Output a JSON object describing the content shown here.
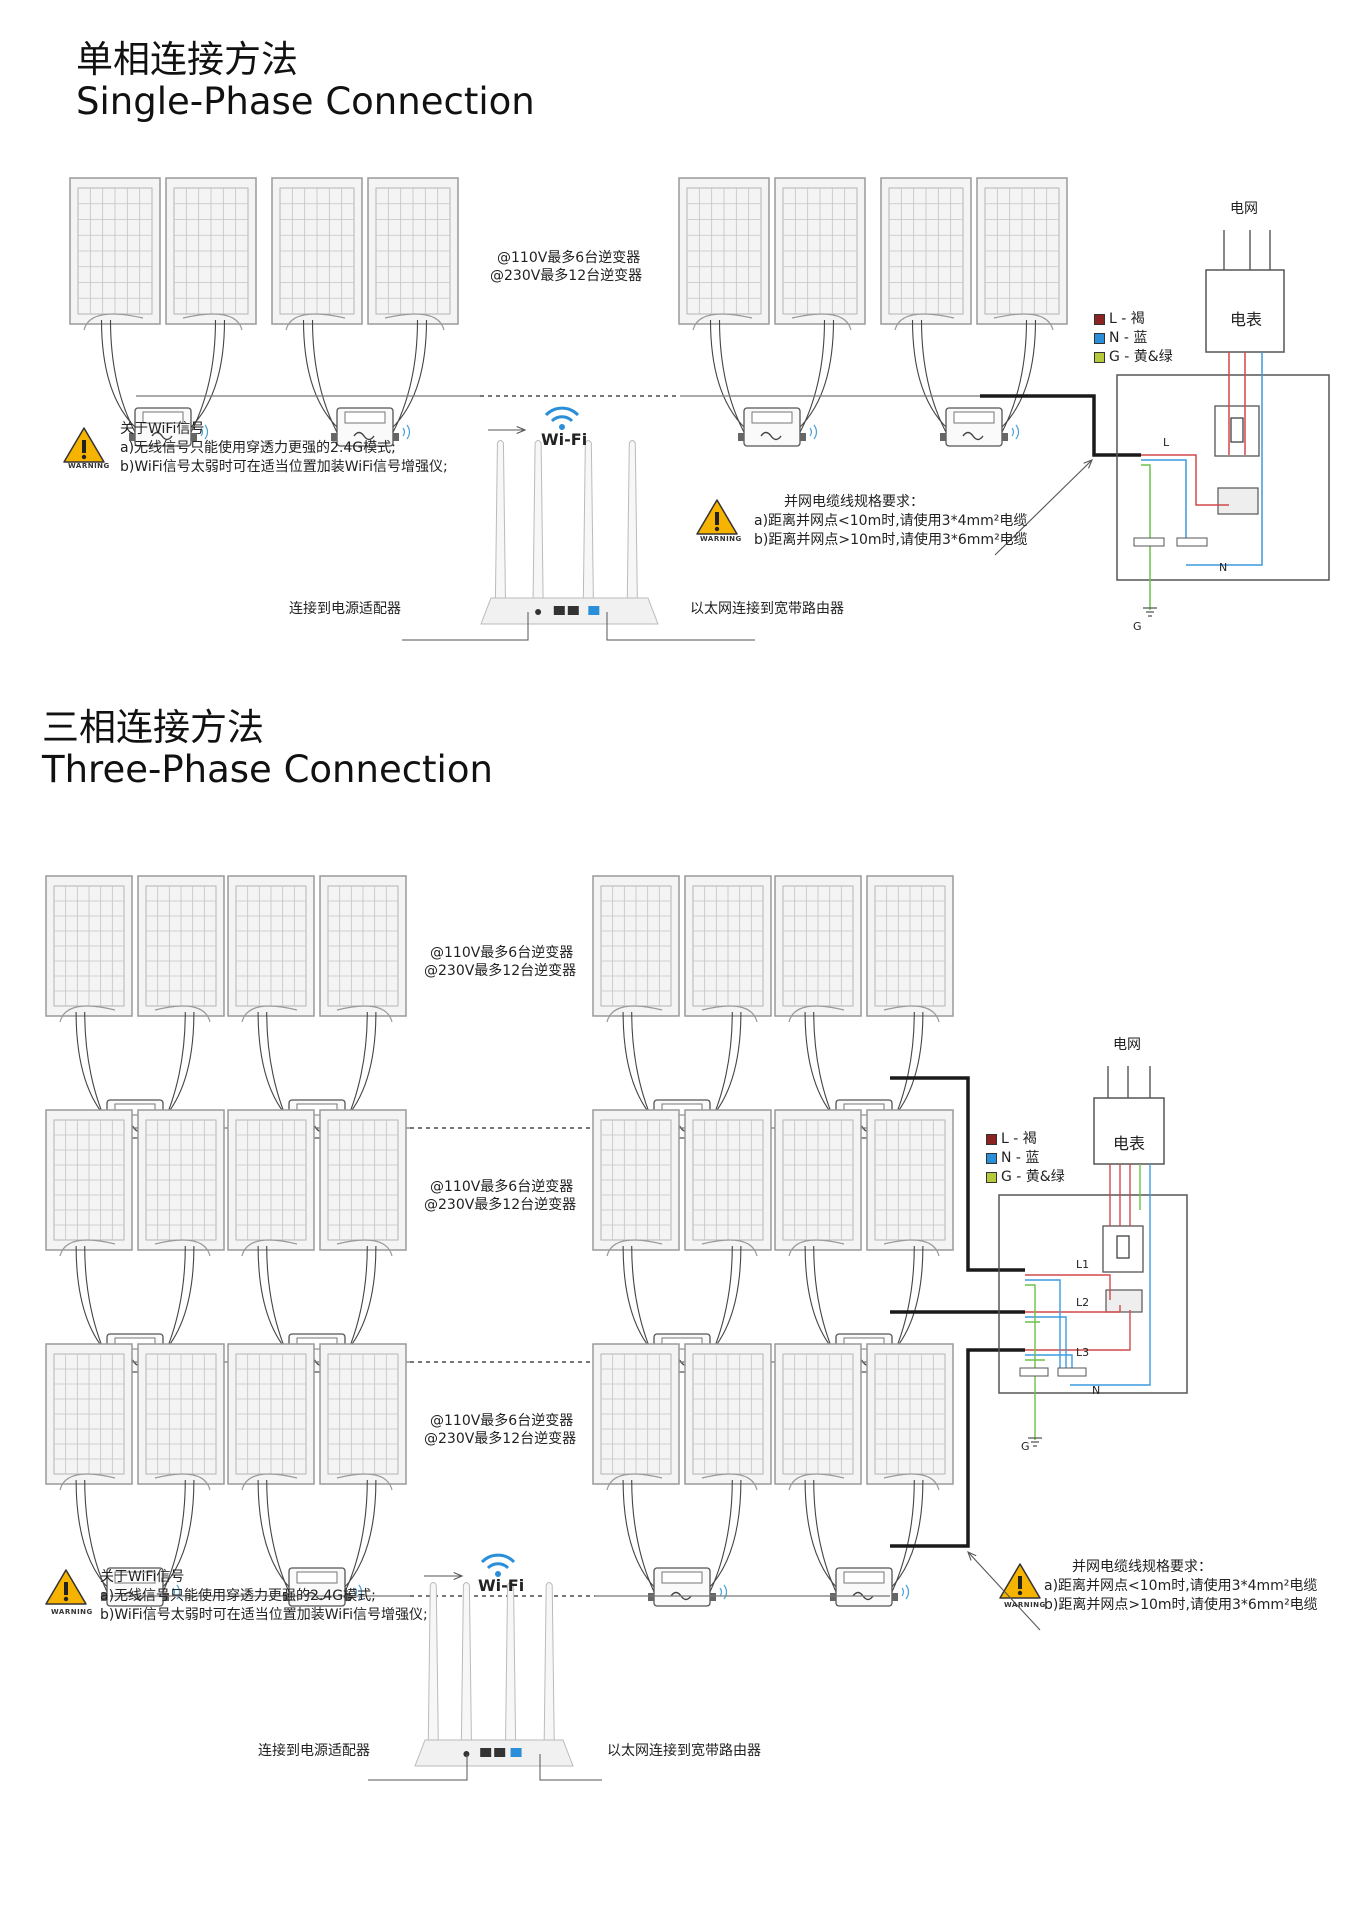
{
  "single": {
    "title_cn": "单相连接方法",
    "title_en": "Single-Phase Connection",
    "capacity_line1": "@110V最多6台逆变器",
    "capacity_line2": "@230V最多12台逆变器",
    "wifi_label": "Wi-Fi",
    "wifi_note": {
      "heading": "关于WiFi信号",
      "line_a": "a)无线信号只能使用穿透力更强的2.4G模式;",
      "line_b": "b)WiFi信号太弱时可在适当位置加装WiFi信号增强仪;"
    },
    "cable_note": {
      "heading": "并网电缆线规格要求：",
      "line_a": "a)距离并网点<10m时,请使用3*4mm²电缆",
      "line_b": "b)距离并网点>10m时,请使用3*6mm²电缆"
    },
    "power_adapter": "连接到电源适配器",
    "ethernet": "以太网连接到宽带路由器",
    "grid": "电网",
    "meter": "电表",
    "legend": [
      {
        "label": "L - 褐",
        "color": "#8b2323"
      },
      {
        "label": "N - 蓝",
        "color": "#2a8fd8"
      },
      {
        "label": "G - 黄&绿",
        "color": "#b6c93a"
      }
    ],
    "wire_L": "L",
    "wire_N": "N",
    "ground": "G",
    "warning_word": "WARNING"
  },
  "three": {
    "title_cn": "三相连接方法",
    "title_en": "Three-Phase Connection",
    "capacity_rows": [
      {
        "line1": "@110V最多6台逆变器",
        "line2": "@230V最多12台逆变器"
      },
      {
        "line1": "@110V最多6台逆变器",
        "line2": "@230V最多12台逆变器"
      },
      {
        "line1": "@110V最多6台逆变器",
        "line2": "@230V最多12台逆变器"
      }
    ],
    "wifi_label": "Wi-Fi",
    "wifi_note": {
      "heading": "关于WiFi信号",
      "line_a": "a)无线信号只能使用穿透力更强的2.4G模式;",
      "line_b": "b)WiFi信号太弱时可在适当位置加装WiFi信号增强仪;"
    },
    "cable_note": {
      "heading": "并网电缆线规格要求：",
      "line_a": "a)距离并网点<10m时,请使用3*4mm²电缆",
      "line_b": "b)距离并网点>10m时,请使用3*6mm²电缆"
    },
    "power_adapter": "连接到电源适配器",
    "ethernet": "以太网连接到宽带路由器",
    "grid": "电网",
    "meter": "电表",
    "legend": [
      {
        "label": "L - 褐",
        "color": "#8b2323"
      },
      {
        "label": "N - 蓝",
        "color": "#2a8fd8"
      },
      {
        "label": "G - 黄&绿",
        "color": "#b6c93a"
      }
    ],
    "wire_L1": "L1",
    "wire_L2": "L2",
    "wire_L3": "L3",
    "wire_N": "N",
    "ground": "G",
    "warning_word": "WARNING"
  },
  "colors": {
    "panel_stroke": "#9a9a9a",
    "panel_fill": "#f4f4f4",
    "ac_cable": "#1a1a1a",
    "wire_L": "#d24a4a",
    "wire_N": "#3b9be0",
    "wire_G": "#6cc04a",
    "warning_fill": "#f6b400"
  }
}
